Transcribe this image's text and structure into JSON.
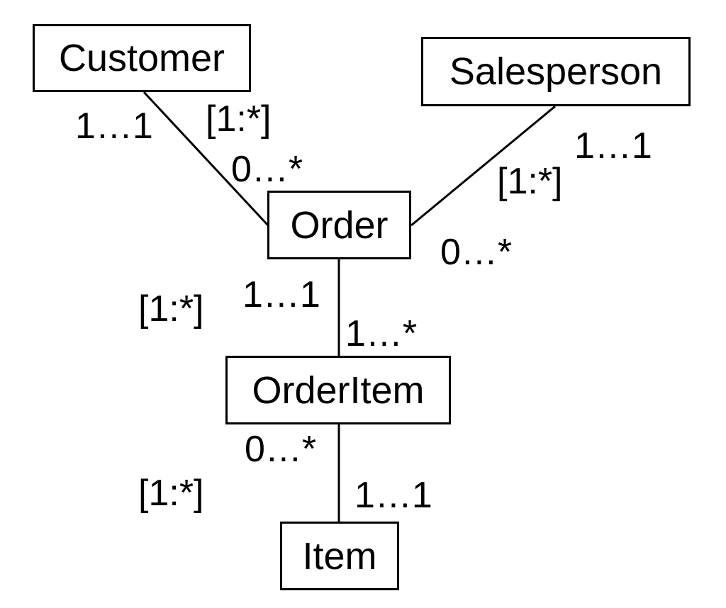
{
  "entities": {
    "customer": "Customer",
    "salesperson": "Salesperson",
    "order": "Order",
    "order_item": "OrderItem",
    "item": "Item"
  },
  "relationships": {
    "customer_order": {
      "customer_multiplicity": "1…1",
      "cardinality": "[1:*]",
      "order_multiplicity": "0…*"
    },
    "salesperson_order": {
      "salesperson_multiplicity": "1…1",
      "cardinality": "[1:*]",
      "order_multiplicity": "0…*"
    },
    "order_orderitem": {
      "cardinality": "[1:*]",
      "order_multiplicity": "1…1",
      "orderitem_multiplicity": "1…*"
    },
    "orderitem_item": {
      "orderitem_multiplicity": "0…*",
      "cardinality": "[1:*]",
      "item_multiplicity": "1…1"
    }
  }
}
